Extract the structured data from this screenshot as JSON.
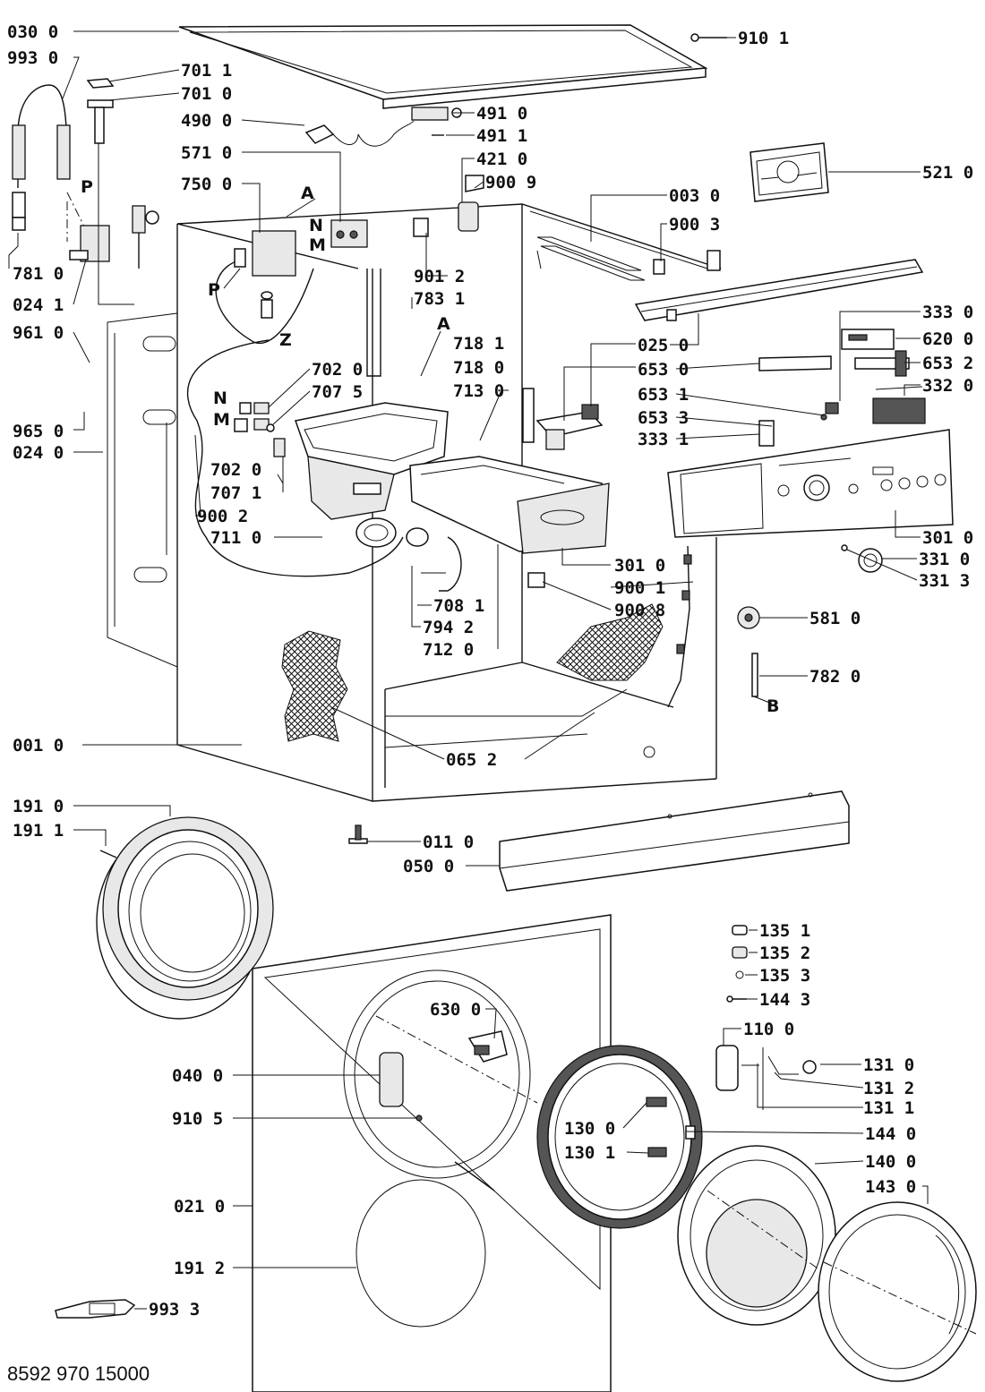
{
  "document_id": "8592 970 15000",
  "part_labels": [
    "030 0",
    "993 0",
    "701 1",
    "701 0",
    "490 0",
    "571 0",
    "750 0",
    "781 0",
    "024 1",
    "961 0",
    "965 0",
    "024 0",
    "910 1",
    "491 0",
    "491 1",
    "421 0",
    "900 9",
    "521 0",
    "003 0",
    "900 3",
    "901 2",
    "783 1",
    "333 0",
    "025 0",
    "620 0",
    "718 1",
    "718 0",
    "713 0",
    "653 0",
    "653 2",
    "653 1",
    "332 0",
    "653 3",
    "333 1",
    "702 0",
    "707 5",
    "702 0",
    "707 1",
    "900 2",
    "711 0",
    "301 0",
    "331 0",
    "331 3",
    "301 0",
    "900 1",
    "708 1",
    "900 8",
    "794 2",
    "712 0",
    "581 0",
    "782 0",
    "001 0",
    "065 2",
    "191 0",
    "191 1",
    "011 0",
    "050 0",
    "135 1",
    "135 2",
    "135 3",
    "144 3",
    "110 0",
    "630 0",
    "131 0",
    "040 0",
    "131 2",
    "131 1",
    "910 5",
    "130 0",
    "144 0",
    "130 1",
    "140 0",
    "143 0",
    "021 0",
    "191 2",
    "993 3"
  ],
  "mark_labels": [
    "P",
    "A",
    "N",
    "M",
    "P",
    "Z",
    "A",
    "N",
    "M",
    "B"
  ]
}
